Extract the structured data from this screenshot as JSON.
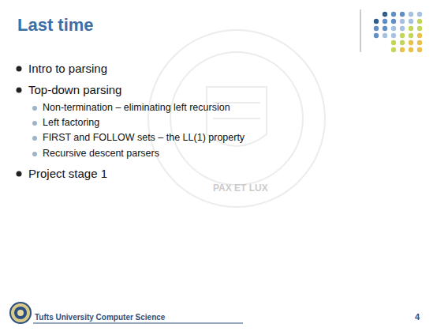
{
  "diagram": {
    "title": "Last time",
    "labels": [
      "Intro to parsing",
      "Top-down parsing",
      "Non-termination – eliminating left recursion",
      "Left factoring",
      "FIRST and FOLLOW sets – the LL(1) property",
      "Recursive descent parsers",
      "Project stage 1",
      "Tufts University Computer Science",
      "4",
      "PAX ET LUX"
    ]
  }
}
